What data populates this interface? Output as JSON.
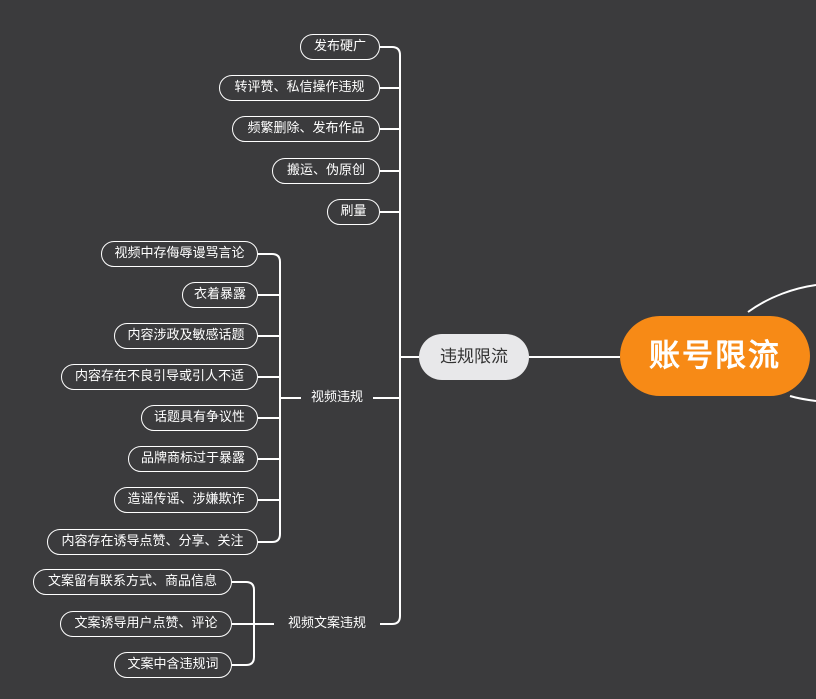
{
  "colors": {
    "background": "#3b3b3d",
    "root_fill": "#f78a16",
    "branch_fill": "#e8e8ea",
    "line": "#ffffff"
  },
  "root": {
    "label": "账号限流"
  },
  "branch": {
    "label": "违规限流"
  },
  "direct_items": [
    {
      "label": "发布硬广"
    },
    {
      "label": "转评赞、私信操作违规"
    },
    {
      "label": "频繁删除、发布作品"
    },
    {
      "label": "搬运、伪原创"
    },
    {
      "label": "刷量"
    }
  ],
  "video_violation": {
    "label": "视频违规",
    "items": [
      {
        "label": "视频中存侮辱谩骂言论"
      },
      {
        "label": "衣着暴露"
      },
      {
        "label": "内容涉政及敏感话题"
      },
      {
        "label": "内容存在不良引导或引人不适"
      },
      {
        "label": "话题具有争议性"
      },
      {
        "label": "品牌商标过于暴露"
      },
      {
        "label": "造谣传谣、涉嫌欺诈"
      },
      {
        "label": "内容存在诱导点赞、分享、关注"
      }
    ]
  },
  "copy_violation": {
    "label": "视频文案违规",
    "items": [
      {
        "label": "文案留有联系方式、商品信息"
      },
      {
        "label": "文案诱导用户点赞、评论"
      },
      {
        "label": "文案中含违规词"
      }
    ]
  }
}
